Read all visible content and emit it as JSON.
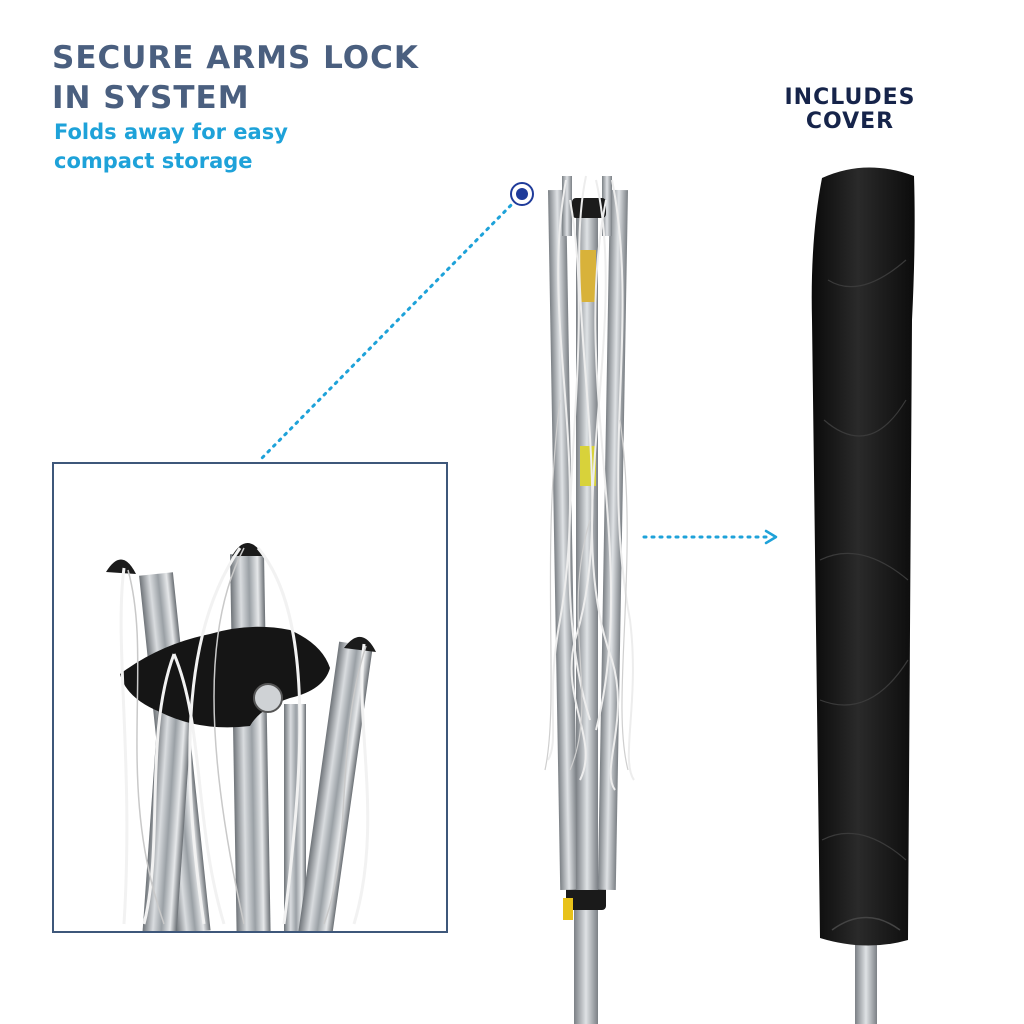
{
  "headline": {
    "line1": "SECURE ARMS LOCK",
    "line2": "IN SYSTEM"
  },
  "subheadline": {
    "line1": "Folds away for easy",
    "line2": "compact storage"
  },
  "badge": {
    "line1": "INCLUDES",
    "line2": "COVER"
  },
  "colors": {
    "headline": "#4a5f7f",
    "subheadline": "#1ea2d9",
    "badge": "#16244a",
    "callout_dot": "#1f3b9a",
    "dotted_line": "#1ea2d9",
    "inset_border": "#3e577a",
    "cover": "#141414"
  },
  "images": {
    "inset": "close-up-lock-mechanism-photo",
    "center": "folded-rotary-airer-photo",
    "right": "airer-with-black-cover-photo"
  }
}
